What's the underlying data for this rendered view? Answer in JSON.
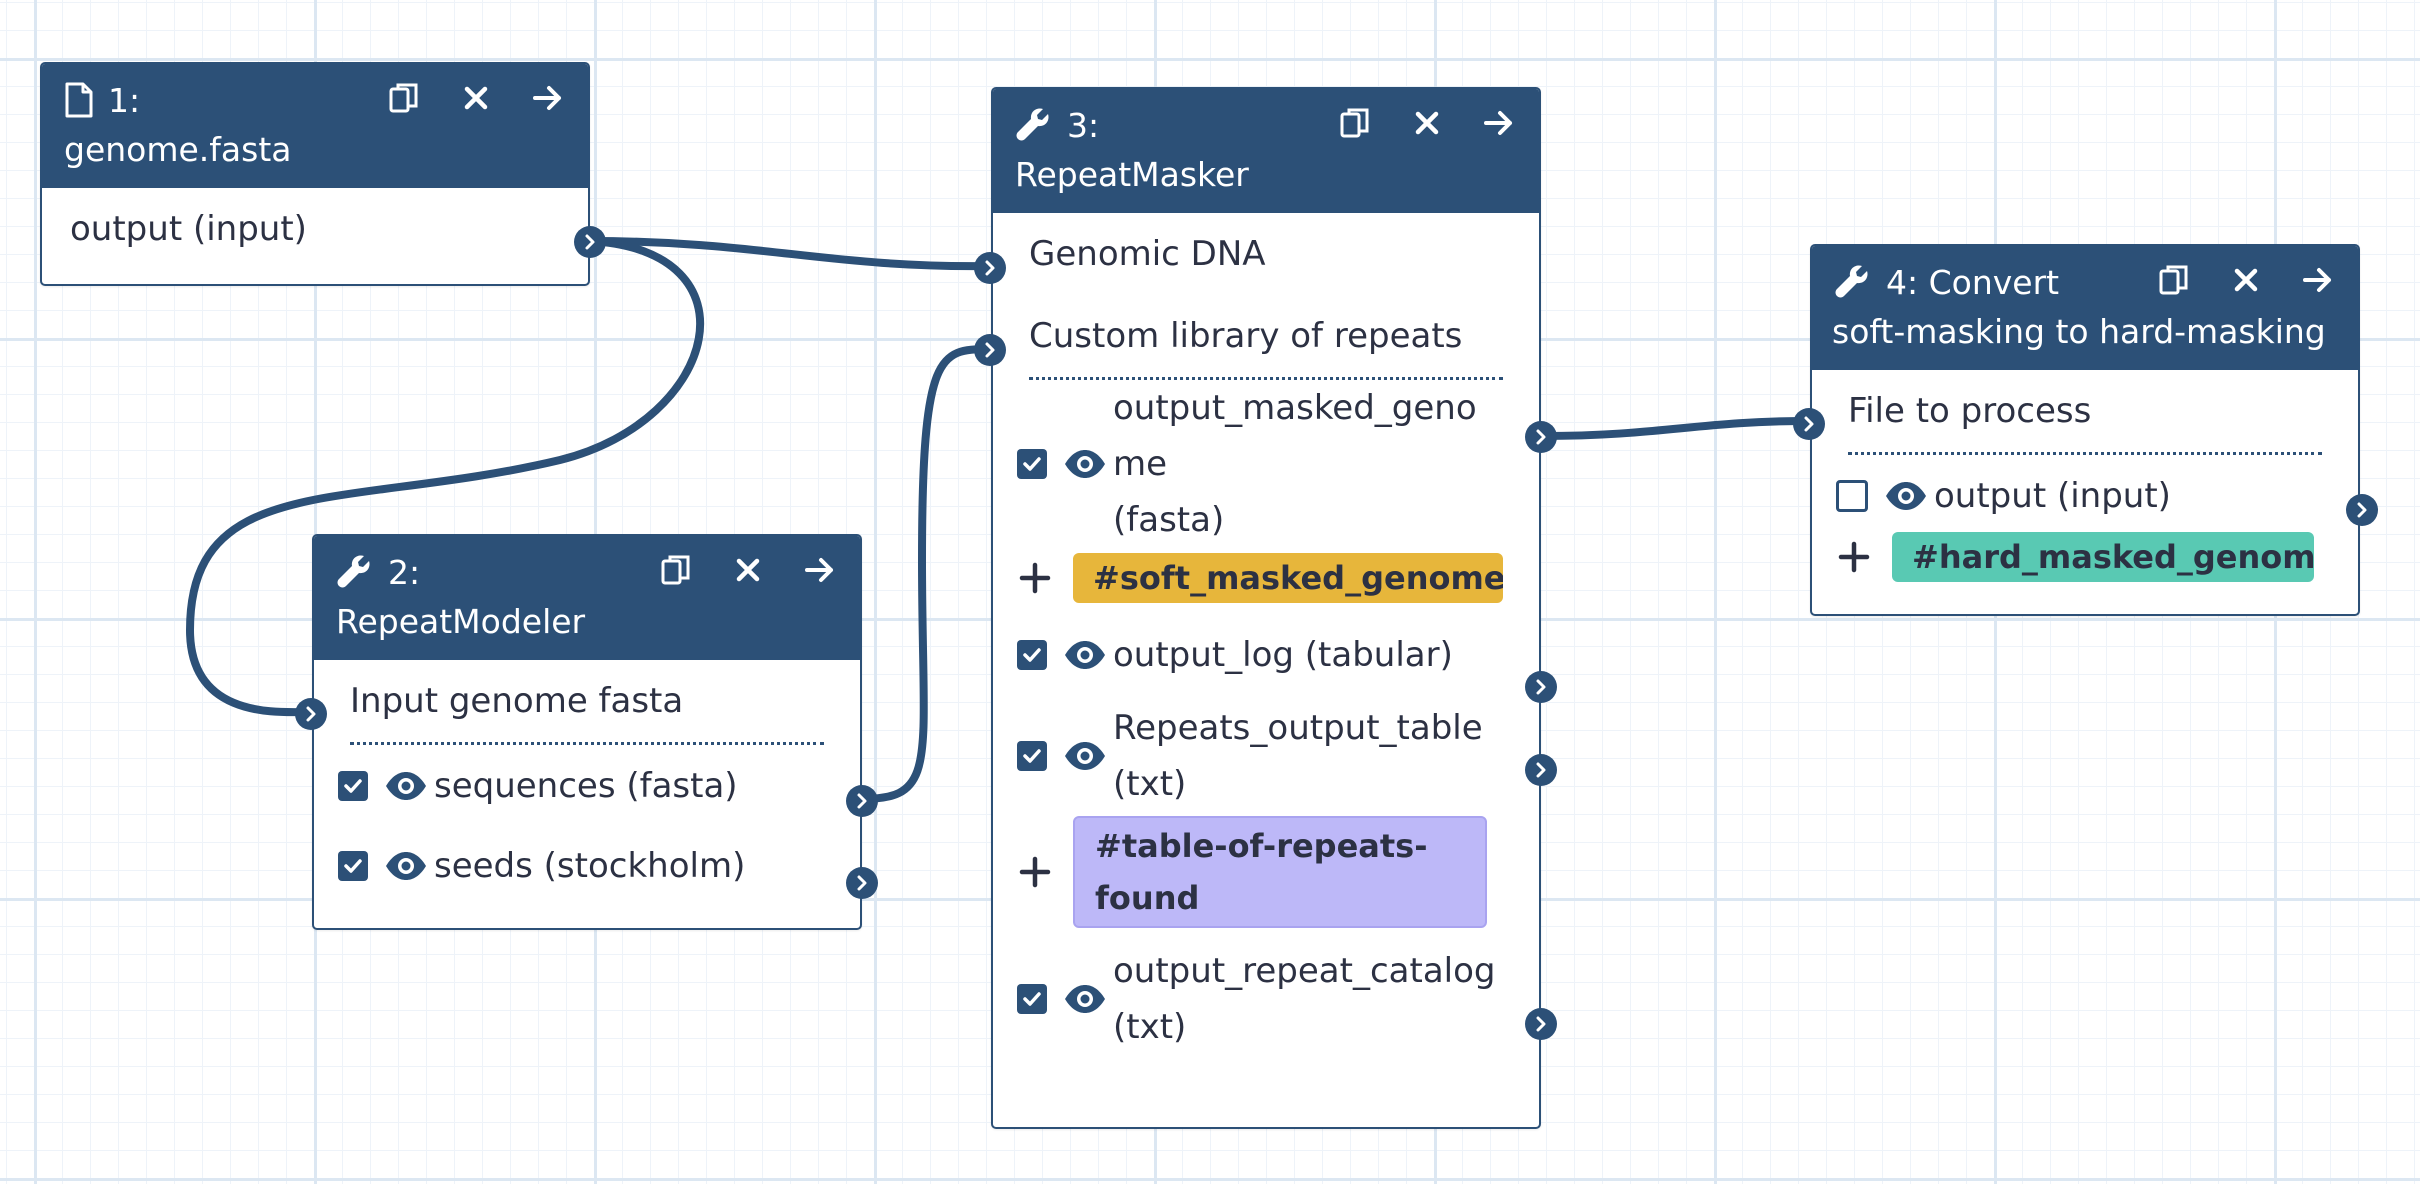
{
  "colors": {
    "node_header": "#2c5077",
    "tag_soft": "#e7b63b",
    "tag_table": "#bdb8f8",
    "tag_hard": "#59c9b3"
  },
  "node1": {
    "number": "1:",
    "title": "genome.fasta",
    "icon": "file-icon",
    "output": "output (input)"
  },
  "node2": {
    "number": "2:",
    "title": "RepeatModeler",
    "icon": "wrench-icon",
    "input": "Input genome fasta",
    "outputs": [
      "sequences (fasta)",
      "seeds (stockholm)"
    ]
  },
  "node3": {
    "number": "3:",
    "title": "RepeatMasker",
    "icon": "wrench-icon",
    "inputs": [
      "Genomic DNA",
      "Custom library of repeats"
    ],
    "outputs": [
      "output_masked_geno\nme\n(fasta)",
      "output_log (tabular)",
      "Repeats_output_table\n(txt)",
      "output_repeat_catalog\n(txt)"
    ],
    "tags": [
      "#soft_masked_genome.f",
      "#table-of-repeats-\nfound"
    ]
  },
  "node4": {
    "title_line1": "4: Convert",
    "title_line2": "soft-masking to hard-masking",
    "icon": "wrench-icon",
    "input": "File to process",
    "output": "output (input)",
    "tag": "#hard_masked_genome.f"
  }
}
